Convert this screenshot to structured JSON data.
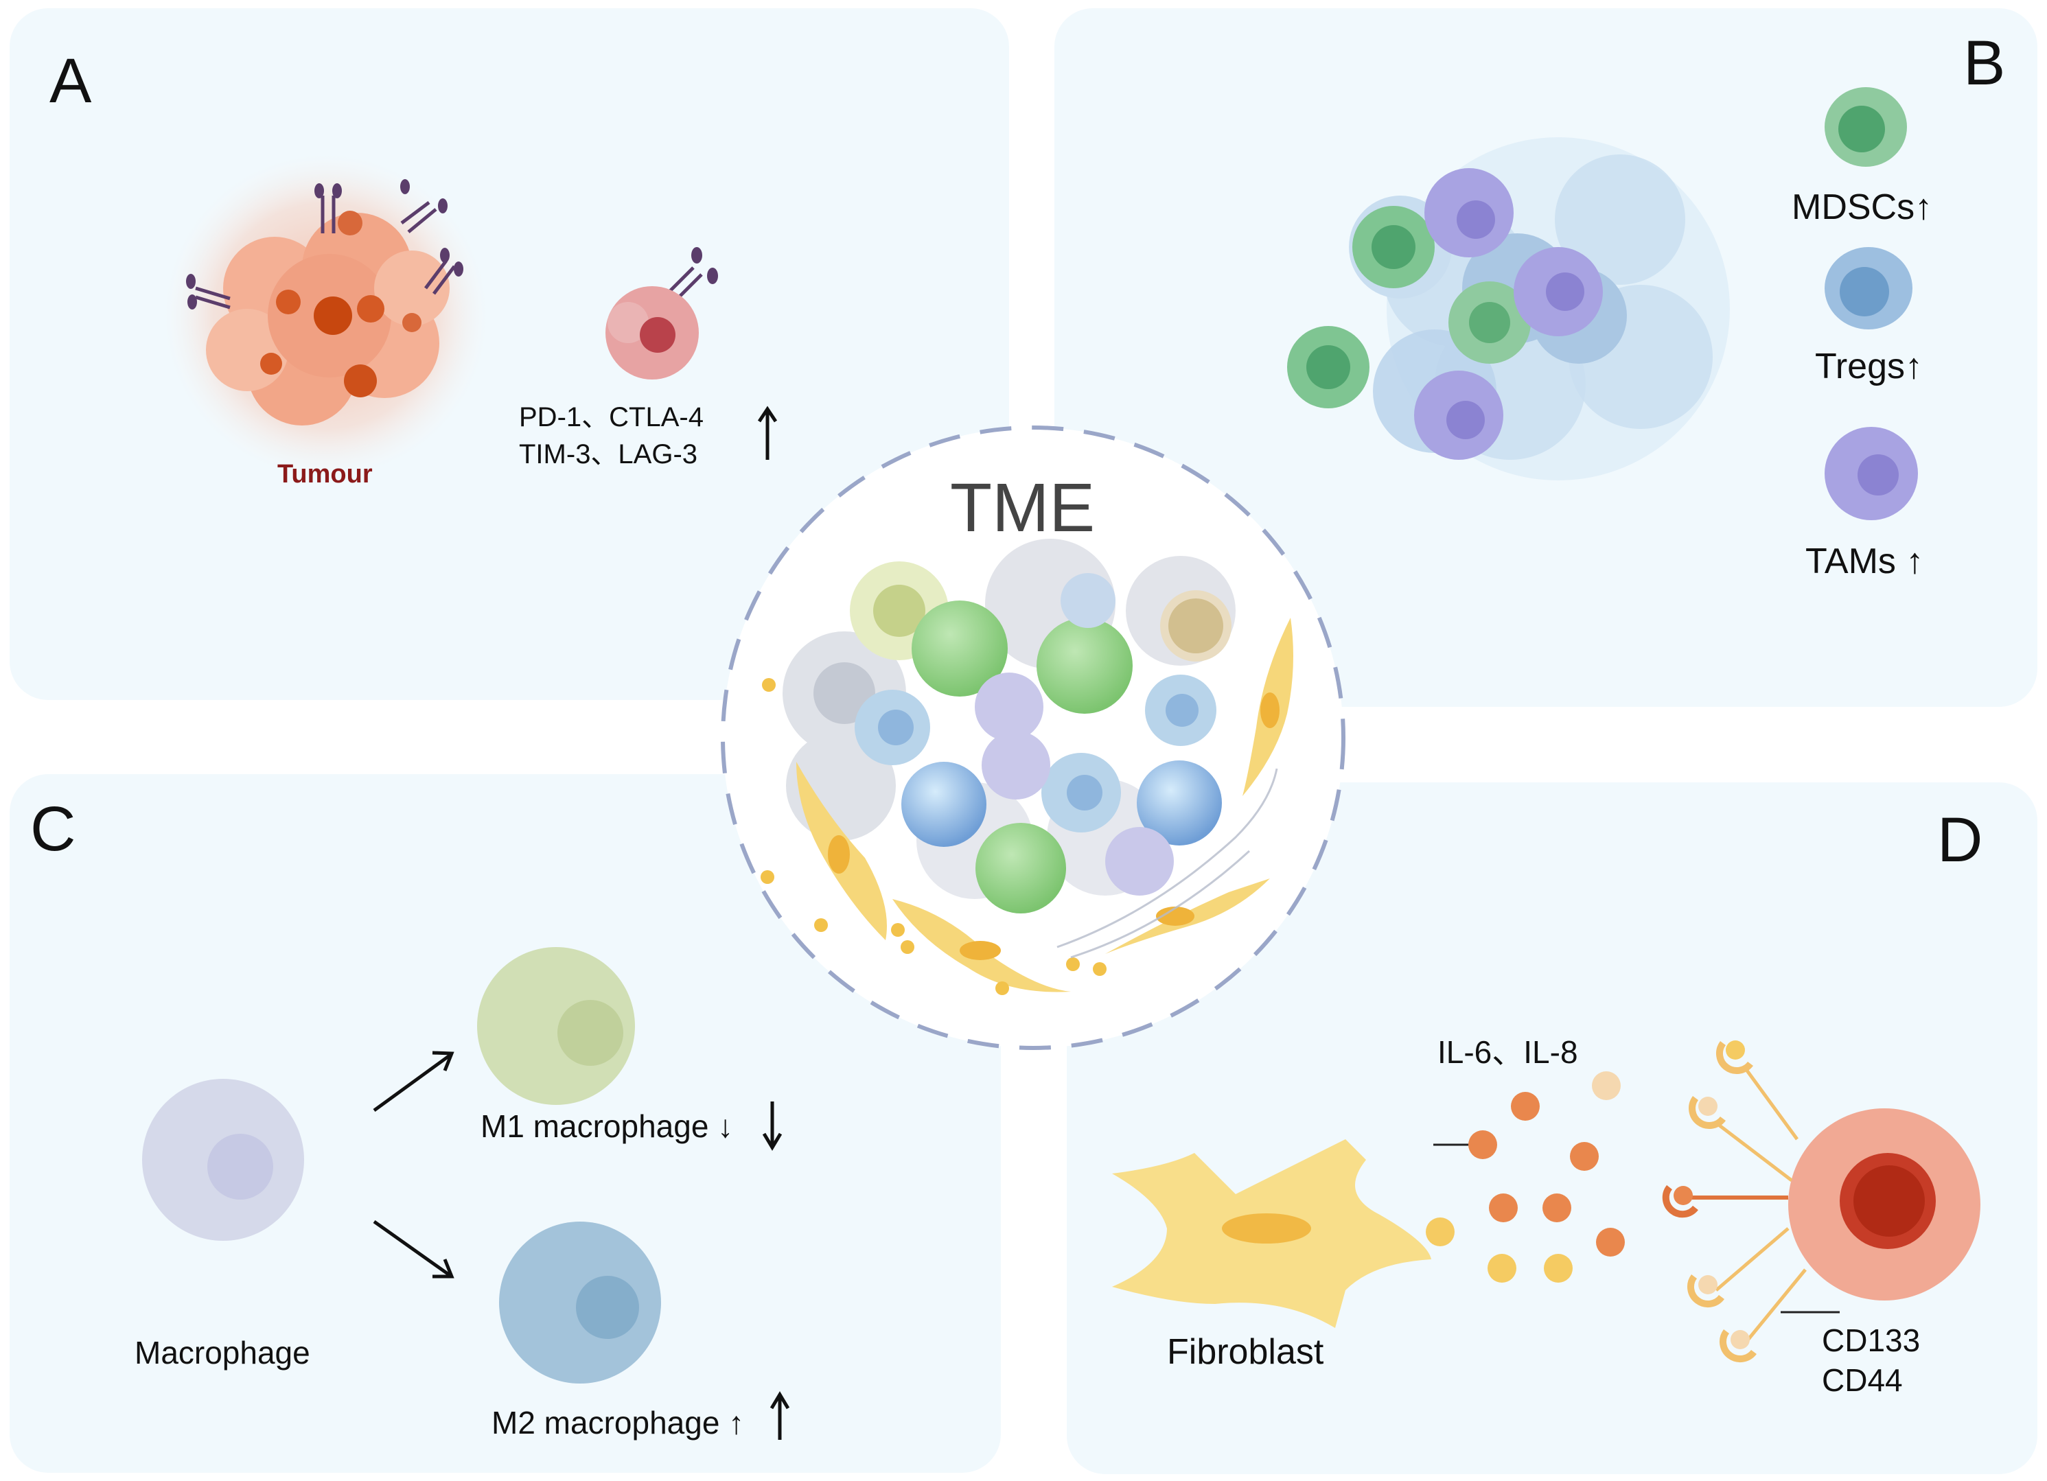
{
  "panels": {
    "a": {
      "letter": "A",
      "tumour_label": "Tumour",
      "markers_line1": "PD-1、CTLA-4",
      "markers_line2": "TIM-3、LAG-3",
      "markers_arrow": "↑"
    },
    "b": {
      "letter": "B",
      "mdscs": "MDSCs↑",
      "tregs": "Tregs↑",
      "tams": "TAMs ↑"
    },
    "c": {
      "letter": "C",
      "macrophage": "Macrophage",
      "m1": "M1 macrophage ↓",
      "m2": "M2 macrophage ↑"
    },
    "d": {
      "letter": "D",
      "cytokines": "IL-6、IL-8",
      "fibroblast": "Fibroblast",
      "cd133": "CD133",
      "cd44": "CD44"
    }
  },
  "center": {
    "title": "TME"
  },
  "colors": {
    "panel_bg": "#f1f9fd",
    "tumour_label": "#8b1a1a",
    "mdsc_green": "#6fbf8a",
    "treg_blue": "#7aa8cf",
    "tam_purple": "#9b96d9",
    "fibroblast_yellow": "#f6d77a",
    "il_orange": "#e9874d",
    "ring_dash": "#9aa6c8"
  }
}
